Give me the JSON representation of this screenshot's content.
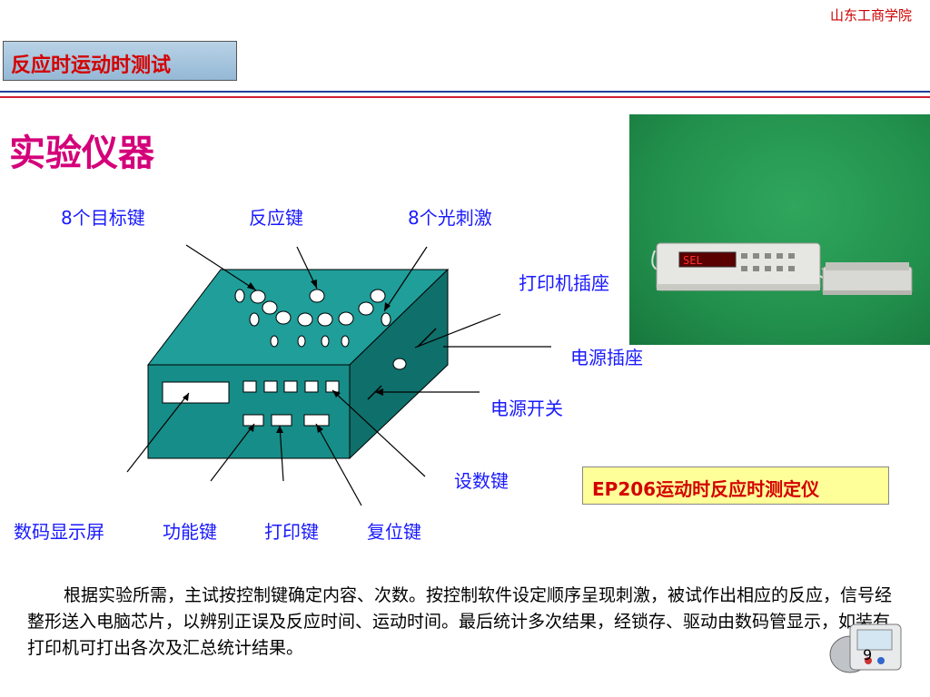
{
  "header": {
    "school": "山东工商学院",
    "topic": "反应时运动时测试"
  },
  "section": {
    "title": "实验仪器"
  },
  "diagram": {
    "labels": {
      "target_keys": "8个目标键",
      "reaction_key": "反应键",
      "light_stimuli": "8个光刺激",
      "printer_socket": "打印机插座",
      "power_socket": "电源插座",
      "power_switch": "电源开关",
      "set_key": "设数键",
      "display": "数码显示屏",
      "function_key": "功能键",
      "print_key": "打印键",
      "reset_key": "复位键"
    },
    "colors": {
      "box_top": "#1f9e9a",
      "box_front": "#168d88",
      "box_side": "#0f6f6b"
    }
  },
  "photo": {
    "display_text": "SEL",
    "background": "#22904d"
  },
  "caption": "EP206运动时反应时测定仪",
  "description": "根据实验所需，主试按控制键确定内容、次数。按控制软件设定顺序呈现刺激，被试作出相应的反应，信号经整形送入电脑芯片，以辨别正误及反应时间、运动时间。最后统计多次结果，经锁存、驱动由数码管显示，如装有打印机可打出各次及汇总统计结果。",
  "page_number": "9"
}
